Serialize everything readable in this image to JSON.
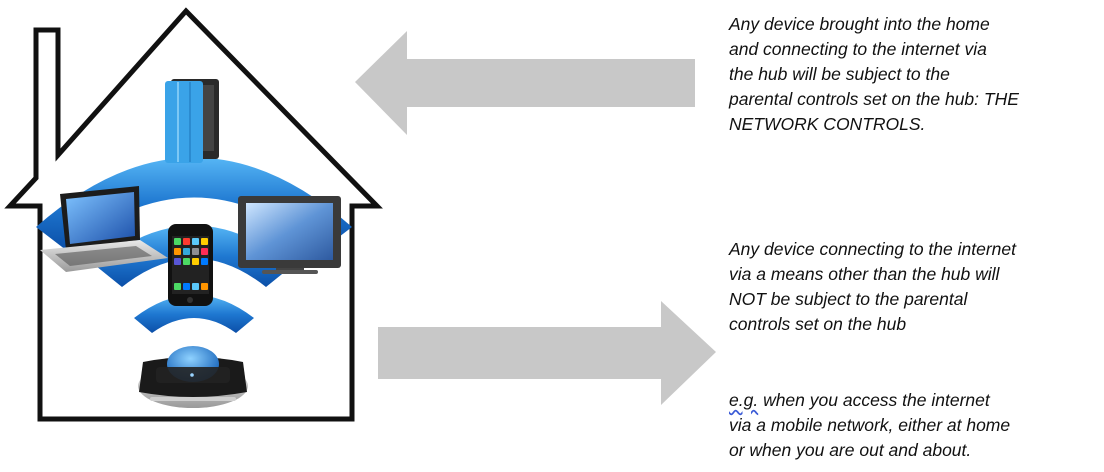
{
  "notes": {
    "network_controls": [
      "Any device brought into the home",
      "and connecting to the internet via",
      "the hub will be subject to the",
      "parental controls set on the hub: THE",
      "NETWORK CONTROLS."
    ],
    "not_subject": [
      "Any device connecting to the internet",
      "via a means other than the hub will",
      "NOT be subject to the parental",
      "controls set on the hub"
    ],
    "example": {
      "eg": "e.g.",
      "line1_rest": " when you  access the internet",
      "line2": "via a mobile network, either at home",
      "line3": "or when you are out and about."
    }
  },
  "colors": {
    "arrow": "#c8c8c8",
    "house_outline": "#111111",
    "wifi_blue": "#1f78d1"
  },
  "icons": [
    "house",
    "tablet",
    "laptop",
    "smartphone",
    "television",
    "wifi-signal",
    "home-hub-router"
  ]
}
